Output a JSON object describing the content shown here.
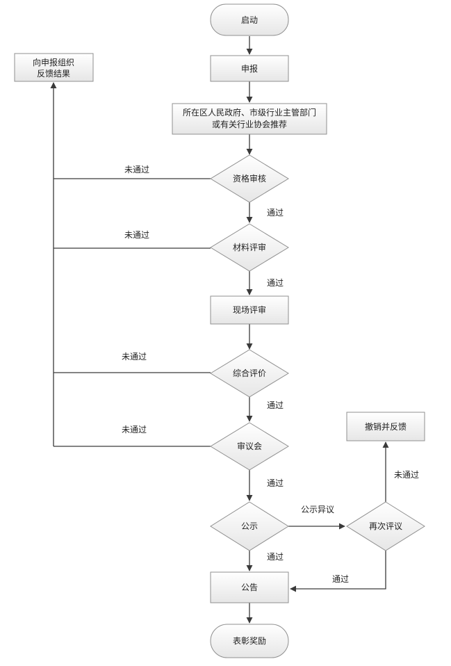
{
  "nodes": {
    "start": "启动",
    "apply": "申报",
    "recommend_line1": "所在区人民政府、市级行业主管部门",
    "recommend_line2": "或有关行业协会推荐",
    "qualification": "资格审核",
    "material": "材料评审",
    "onsite": "现场评审",
    "comprehensive": "综合评价",
    "council": "审议会",
    "publicity": "公示",
    "review_again": "再次评议",
    "revoke": "撤销并反馈",
    "announce": "公告",
    "commend": "表彰奖励",
    "feedback_line1": "向申报组织",
    "feedback_line2": "反馈结果"
  },
  "edges": {
    "fail": "未通过",
    "pass": "通过",
    "objection": "公示异议"
  }
}
